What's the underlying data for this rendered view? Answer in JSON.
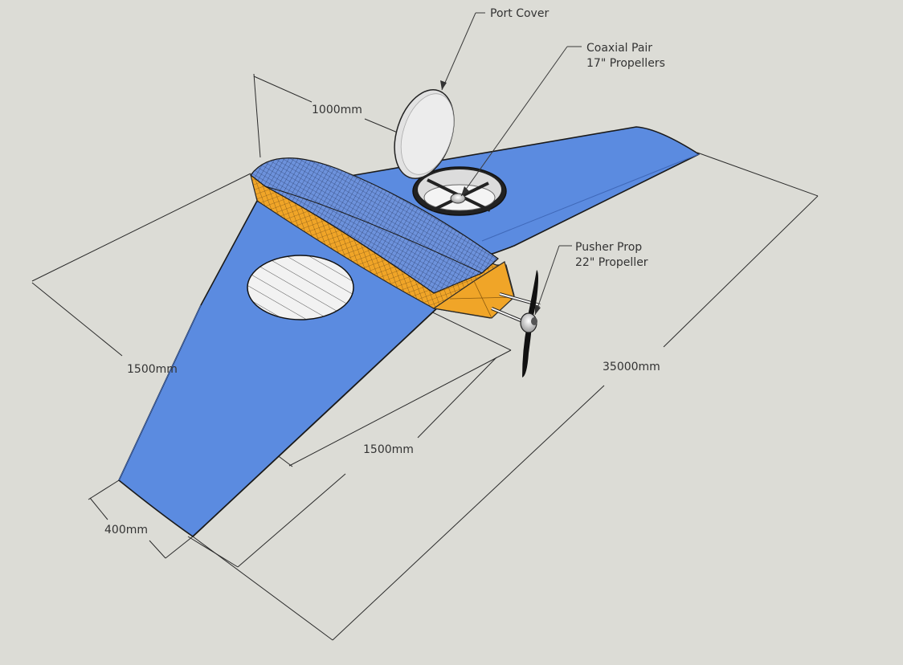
{
  "callouts": {
    "port_cover": "Port Cover",
    "coaxial_line1": "Coaxial Pair",
    "coaxial_line2": "17\" Propellers",
    "pusher_line1": "Pusher Prop",
    "pusher_line2": "22\" Propeller"
  },
  "dimensions": {
    "fuselage_length": "1000mm",
    "wing_root_chord": "1500mm",
    "wing_span_left": "1500mm",
    "wingtip_chord": "400mm",
    "overall_span": "35000mm"
  },
  "colors": {
    "background": "#dcdcd6",
    "wing": "#5b8be0",
    "fuselage_orange": "#f0a528",
    "canopy_blue": "#6d92dc"
  }
}
